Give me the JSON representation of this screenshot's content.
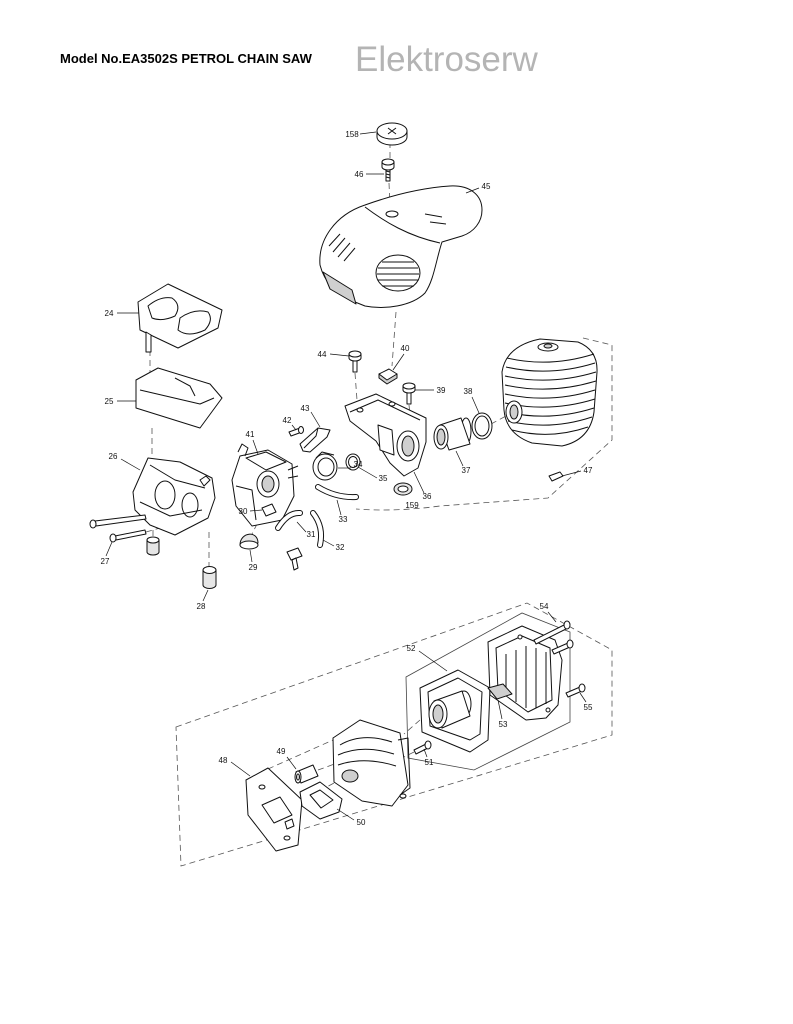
{
  "header": {
    "title": "Model No.EA3502S PETROL CHAIN SAW",
    "watermark": "Elektroserw"
  },
  "callouts": [
    "158",
    "46",
    "45",
    "24",
    "44",
    "40",
    "39",
    "38",
    "25",
    "43",
    "42",
    "41",
    "26",
    "47",
    "37",
    "34",
    "35",
    "36",
    "159",
    "33",
    "30",
    "31",
    "32",
    "27",
    "29",
    "28",
    "54",
    "52",
    "55",
    "53",
    "49",
    "48",
    "51",
    "50"
  ]
}
